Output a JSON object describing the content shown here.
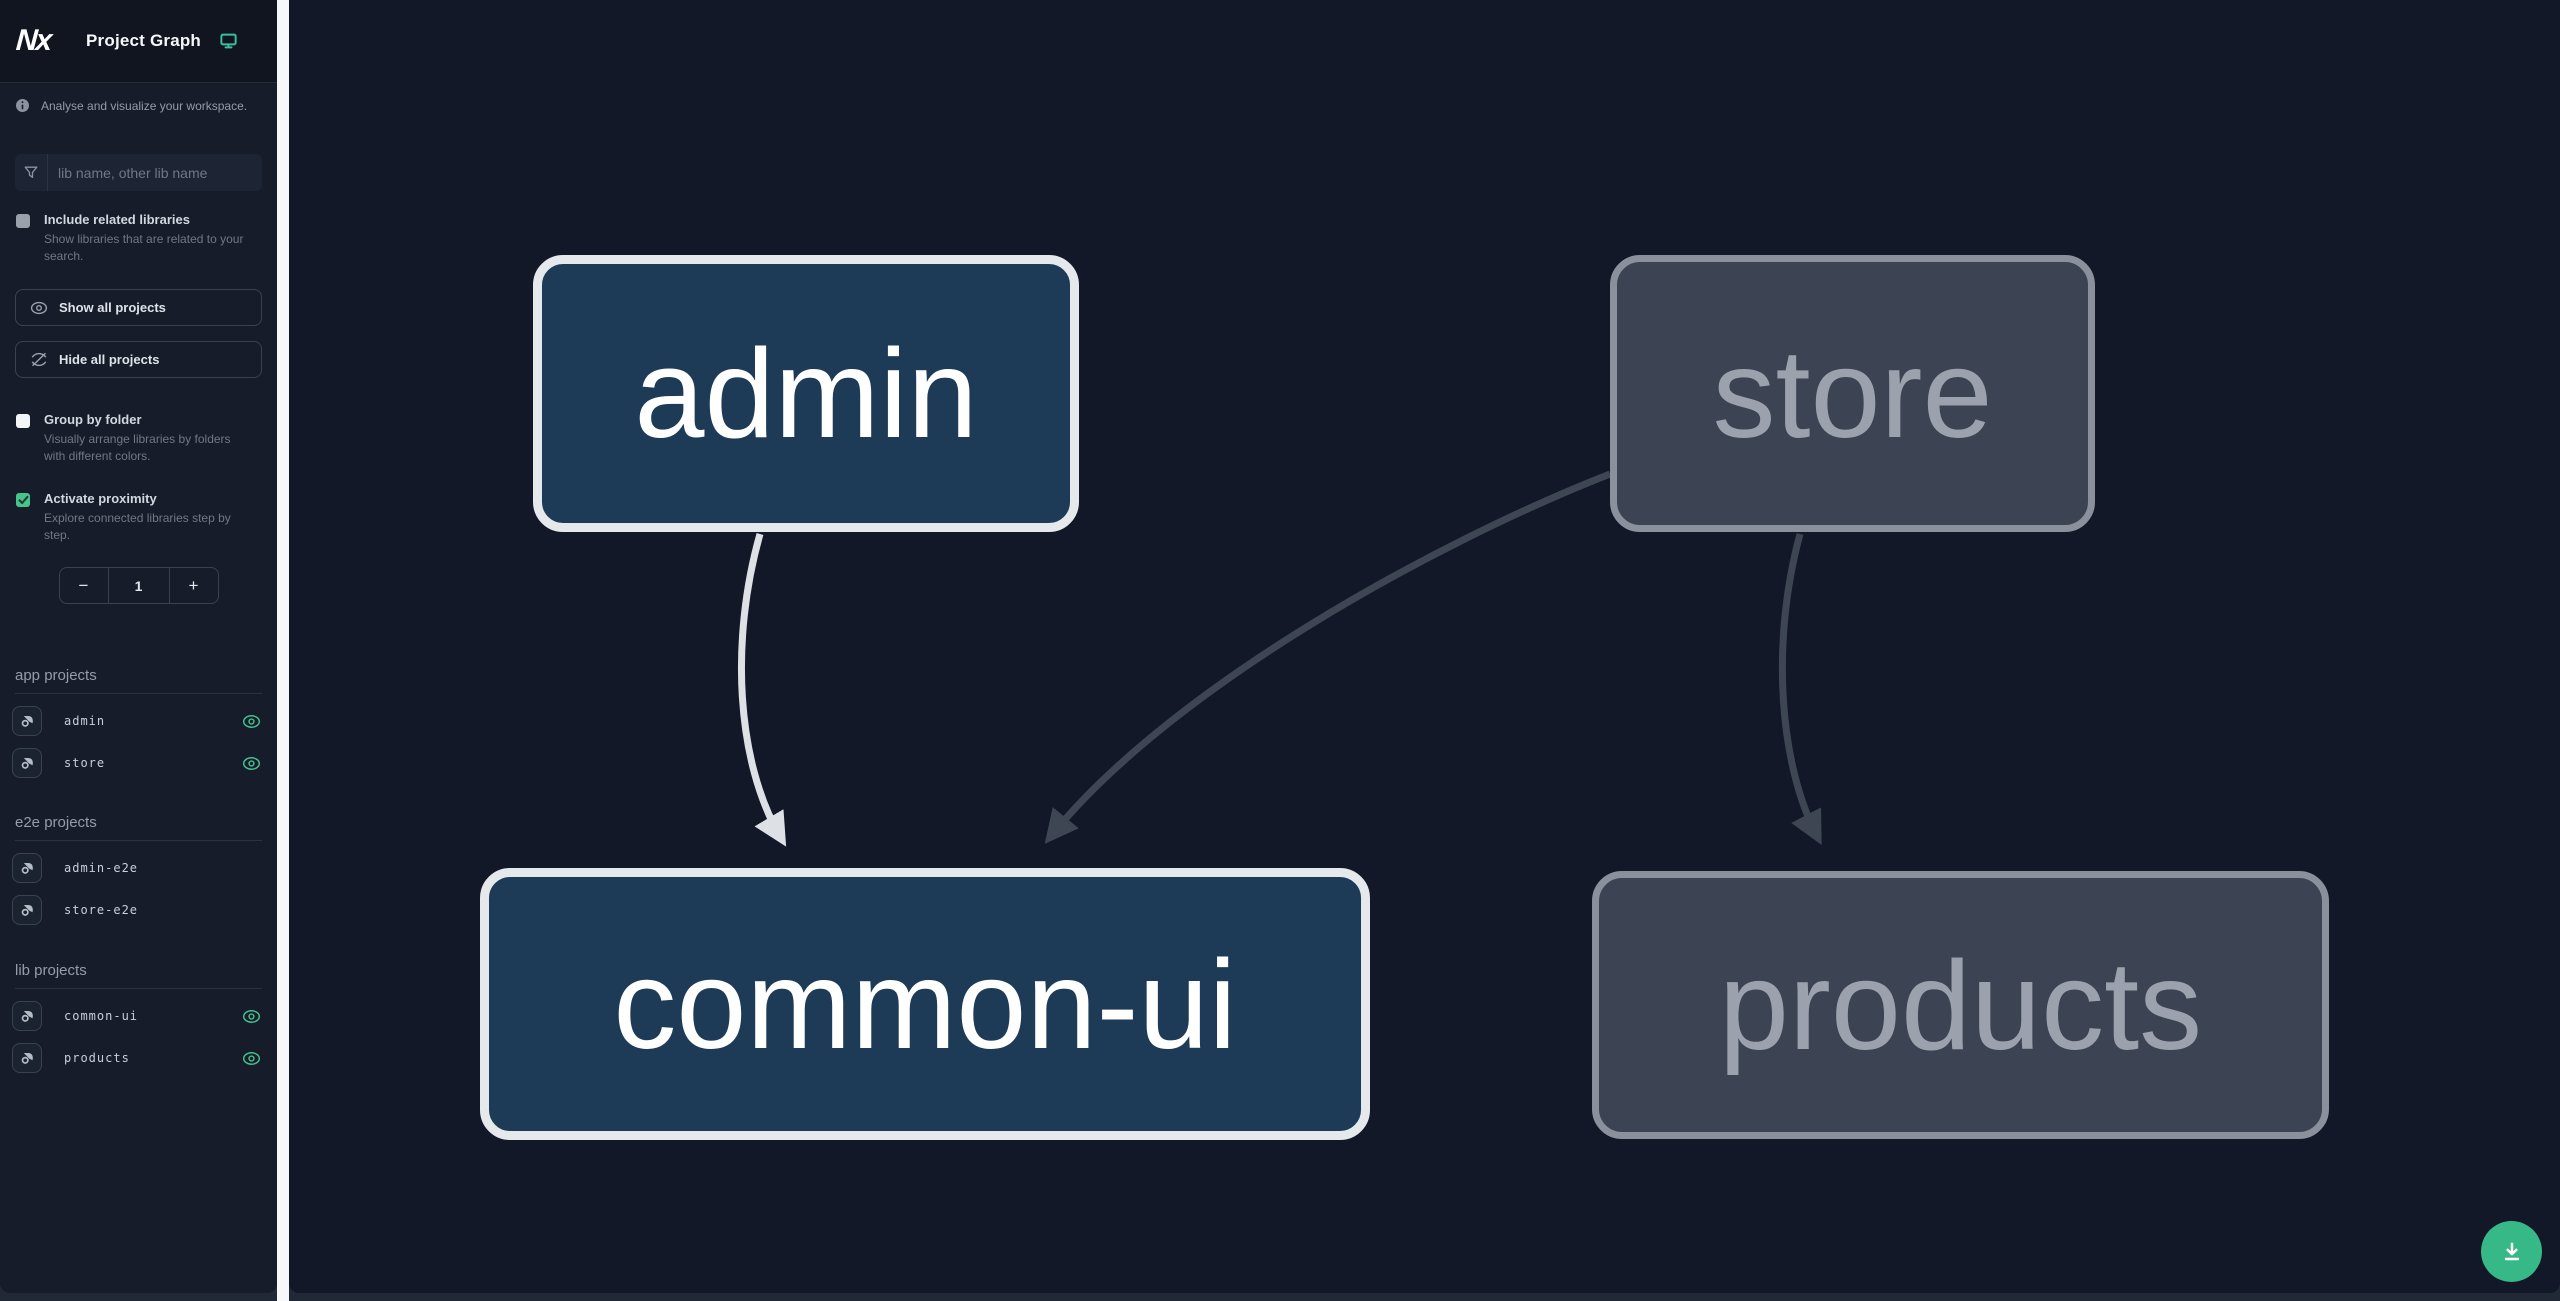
{
  "header": {
    "logo": "Nx",
    "title": "Project Graph"
  },
  "banner": {
    "text": "Analyse and visualize your workspace."
  },
  "search": {
    "placeholder": "lib name, other lib name"
  },
  "filters": {
    "include_related": {
      "label": "Include related libraries",
      "description": "Show libraries that are related to your search.",
      "checked": false
    },
    "show_all_label": "Show all projects",
    "hide_all_label": "Hide all projects",
    "group_by_folder": {
      "label": "Group by folder",
      "description": "Visually arrange libraries by folders with different colors.",
      "checked": false
    },
    "activate_proximity": {
      "label": "Activate proximity",
      "description": "Explore connected libraries step by step.",
      "checked": true
    },
    "proximity": {
      "decrement": "−",
      "value": "1",
      "increment": "+"
    }
  },
  "project_sections": [
    {
      "title": "app projects",
      "items": [
        {
          "name": "admin",
          "visible": true
        },
        {
          "name": "store",
          "visible": true
        }
      ]
    },
    {
      "title": "e2e projects",
      "items": [
        {
          "name": "admin-e2e",
          "visible": false
        },
        {
          "name": "store-e2e",
          "visible": false
        }
      ]
    },
    {
      "title": "lib projects",
      "items": [
        {
          "name": "common-ui",
          "visible": true
        },
        {
          "name": "products",
          "visible": true
        }
      ]
    }
  ],
  "graph": {
    "nodes": [
      {
        "id": "admin",
        "label": "admin",
        "style": "highlighted"
      },
      {
        "id": "store",
        "label": "store",
        "style": "muted"
      },
      {
        "id": "common-ui",
        "label": "common-ui",
        "style": "highlighted"
      },
      {
        "id": "products",
        "label": "products",
        "style": "muted"
      }
    ],
    "edges": [
      {
        "source": "admin",
        "target": "common-ui",
        "style": "highlighted"
      },
      {
        "source": "store",
        "target": "common-ui",
        "style": "muted"
      },
      {
        "source": "store",
        "target": "products",
        "style": "muted"
      }
    ]
  },
  "icons": {
    "nx-logo": "brand wordmark",
    "monitor-icon": "display / system theme",
    "info-icon": "information circle",
    "funnel-icon": "search filter funnel",
    "eye-icon": "show all projects",
    "eye-off-icon": "hide all projects",
    "checkmark-icon": "checked state",
    "focus-icon": "focus on project",
    "visible-eye-icon": "project visible toggle",
    "download-icon": "save graph image"
  },
  "colors": {
    "sidebar_bg": "#161c2a",
    "header_bg": "#10151f",
    "canvas_bg": "#131828",
    "divider": "#f7f8f9",
    "accent_green": "#47c38b",
    "eye_green": "#43c08e",
    "monitor_teal": "#3bbfa0",
    "node_highlight_fill": "#1d3a57",
    "node_highlight_border": "#e6e9ec",
    "node_muted_fill": "#3c4352",
    "node_muted_border": "#8a919c",
    "edge_highlight": "#dde1e6",
    "edge_muted": "#3e4654",
    "download_button": "#37b987"
  }
}
